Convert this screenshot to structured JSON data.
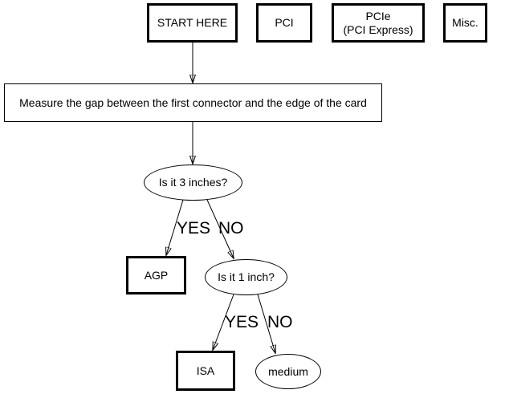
{
  "diagram": {
    "title": "card slot identification flowchart",
    "colors": {
      "ink": "#000000",
      "paper": "#ffffff"
    },
    "nodes": {
      "start": {
        "label": "START HERE",
        "shape": "rect-bold"
      },
      "pci": {
        "label": "PCI",
        "shape": "rect-bold"
      },
      "pcie": {
        "label_line1": "PCIe",
        "label_line2": "(PCI Express)",
        "shape": "rect-bold"
      },
      "misc": {
        "label": "Misc.",
        "shape": "rect-bold"
      },
      "measure": {
        "label": "Measure the gap between the first connector and the edge of the card",
        "shape": "rect"
      },
      "q3inches": {
        "label": "Is it 3 inches?",
        "shape": "ellipse"
      },
      "agp": {
        "label": "AGP",
        "shape": "rect-bold"
      },
      "q1inch": {
        "label": "Is it 1 inch?",
        "shape": "ellipse"
      },
      "isa": {
        "label": "ISA",
        "shape": "rect-bold"
      },
      "medium": {
        "label": "medium",
        "shape": "ellipse"
      }
    },
    "edges": [
      {
        "from": "start",
        "to": "measure",
        "label": ""
      },
      {
        "from": "measure",
        "to": "q3inches",
        "label": ""
      },
      {
        "from": "q3inches",
        "to": "agp",
        "label": "YES"
      },
      {
        "from": "q3inches",
        "to": "q1inch",
        "label": "NO"
      },
      {
        "from": "q1inch",
        "to": "isa",
        "label": "YES"
      },
      {
        "from": "q1inch",
        "to": "medium",
        "label": "NO"
      }
    ]
  }
}
